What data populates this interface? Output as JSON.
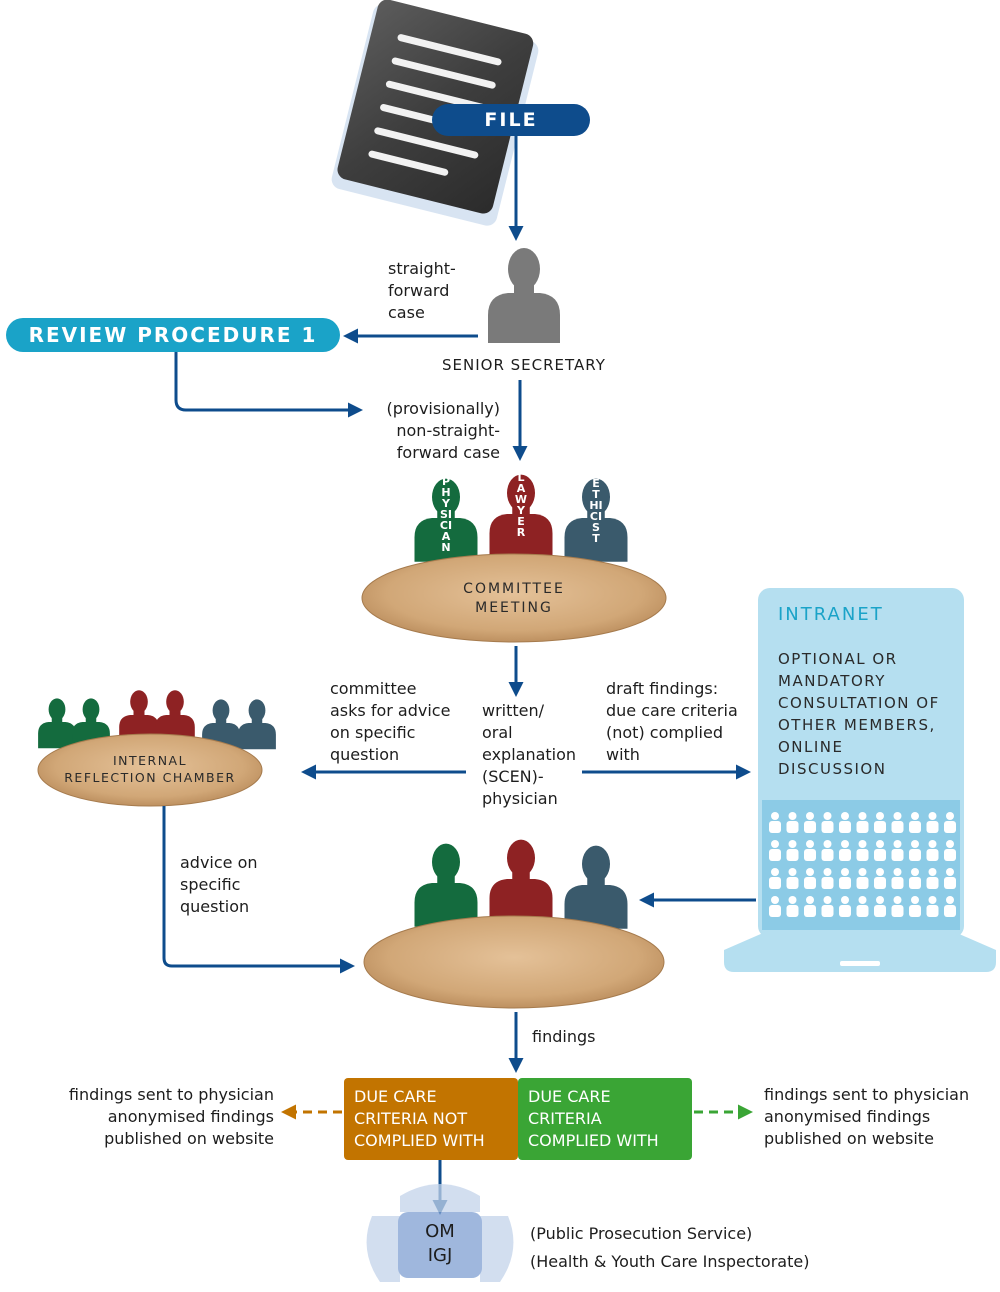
{
  "file": {
    "label": "FILE"
  },
  "review_procedure": {
    "label": "REVIEW PROCEDURE 1"
  },
  "senior_secretary": {
    "label": "SENIOR SECRETARY"
  },
  "straight_forward": {
    "lines": [
      "straight-",
      "forward",
      "case"
    ]
  },
  "non_straight_forward": {
    "lines": [
      "(provisionally)",
      "non-straight-",
      "forward case"
    ]
  },
  "roles": {
    "physician": "PHYSICIAN",
    "lawyer": "LAWYER",
    "ethicist": "ETHICIST"
  },
  "committee_meeting": {
    "lines": [
      "COMMITTEE",
      "MEETING"
    ]
  },
  "intranet": {
    "title": "INTRANET",
    "lines": [
      "OPTIONAL OR",
      "MANDATORY",
      "CONSULTATION OF",
      "OTHER MEMBERS,",
      "ONLINE",
      "DISCUSSION"
    ]
  },
  "internal_chamber": {
    "lines": [
      "INTERNAL",
      "REFLECTION CHAMBER"
    ]
  },
  "committee_asks": {
    "lines": [
      "committee",
      "asks for advice",
      "on specific",
      "question"
    ]
  },
  "explanation": {
    "lines": [
      "written/",
      "oral",
      "explanation",
      "(SCEN)-",
      "physician"
    ]
  },
  "draft_findings": {
    "lines": [
      "draft findings:",
      "due care criteria",
      "(not) complied",
      "with"
    ]
  },
  "advice": {
    "lines": [
      "advice on",
      "specific",
      "question"
    ]
  },
  "findings": {
    "label": "findings"
  },
  "not_complied": {
    "lines": [
      "DUE CARE",
      "CRITERIA NOT",
      "COMPLIED WITH"
    ]
  },
  "complied": {
    "lines": [
      "DUE CARE",
      "CRITERIA",
      "COMPLIED WITH"
    ]
  },
  "left_outcome": {
    "lines": [
      "findings sent to physician",
      "anonymised findings",
      "published on website"
    ]
  },
  "right_outcome": {
    "lines": [
      "findings sent to physician",
      "anonymised findings",
      "published on website"
    ]
  },
  "authorities": {
    "badge_lines": [
      "OM",
      "IGJ"
    ],
    "lines": [
      "(Public Prosecution Service)",
      "(Health & Youth Care Inspectorate)"
    ]
  },
  "colors": {
    "navy": "#0e4c8c",
    "cyan": "#1aa3c8",
    "green": "#146b3e",
    "red": "#8e2223",
    "slate": "#3a5a6c",
    "orange": "#c27400",
    "brightgreen": "#3aa535",
    "lightblue": "#b5dff0",
    "table": "#d2a97a"
  }
}
